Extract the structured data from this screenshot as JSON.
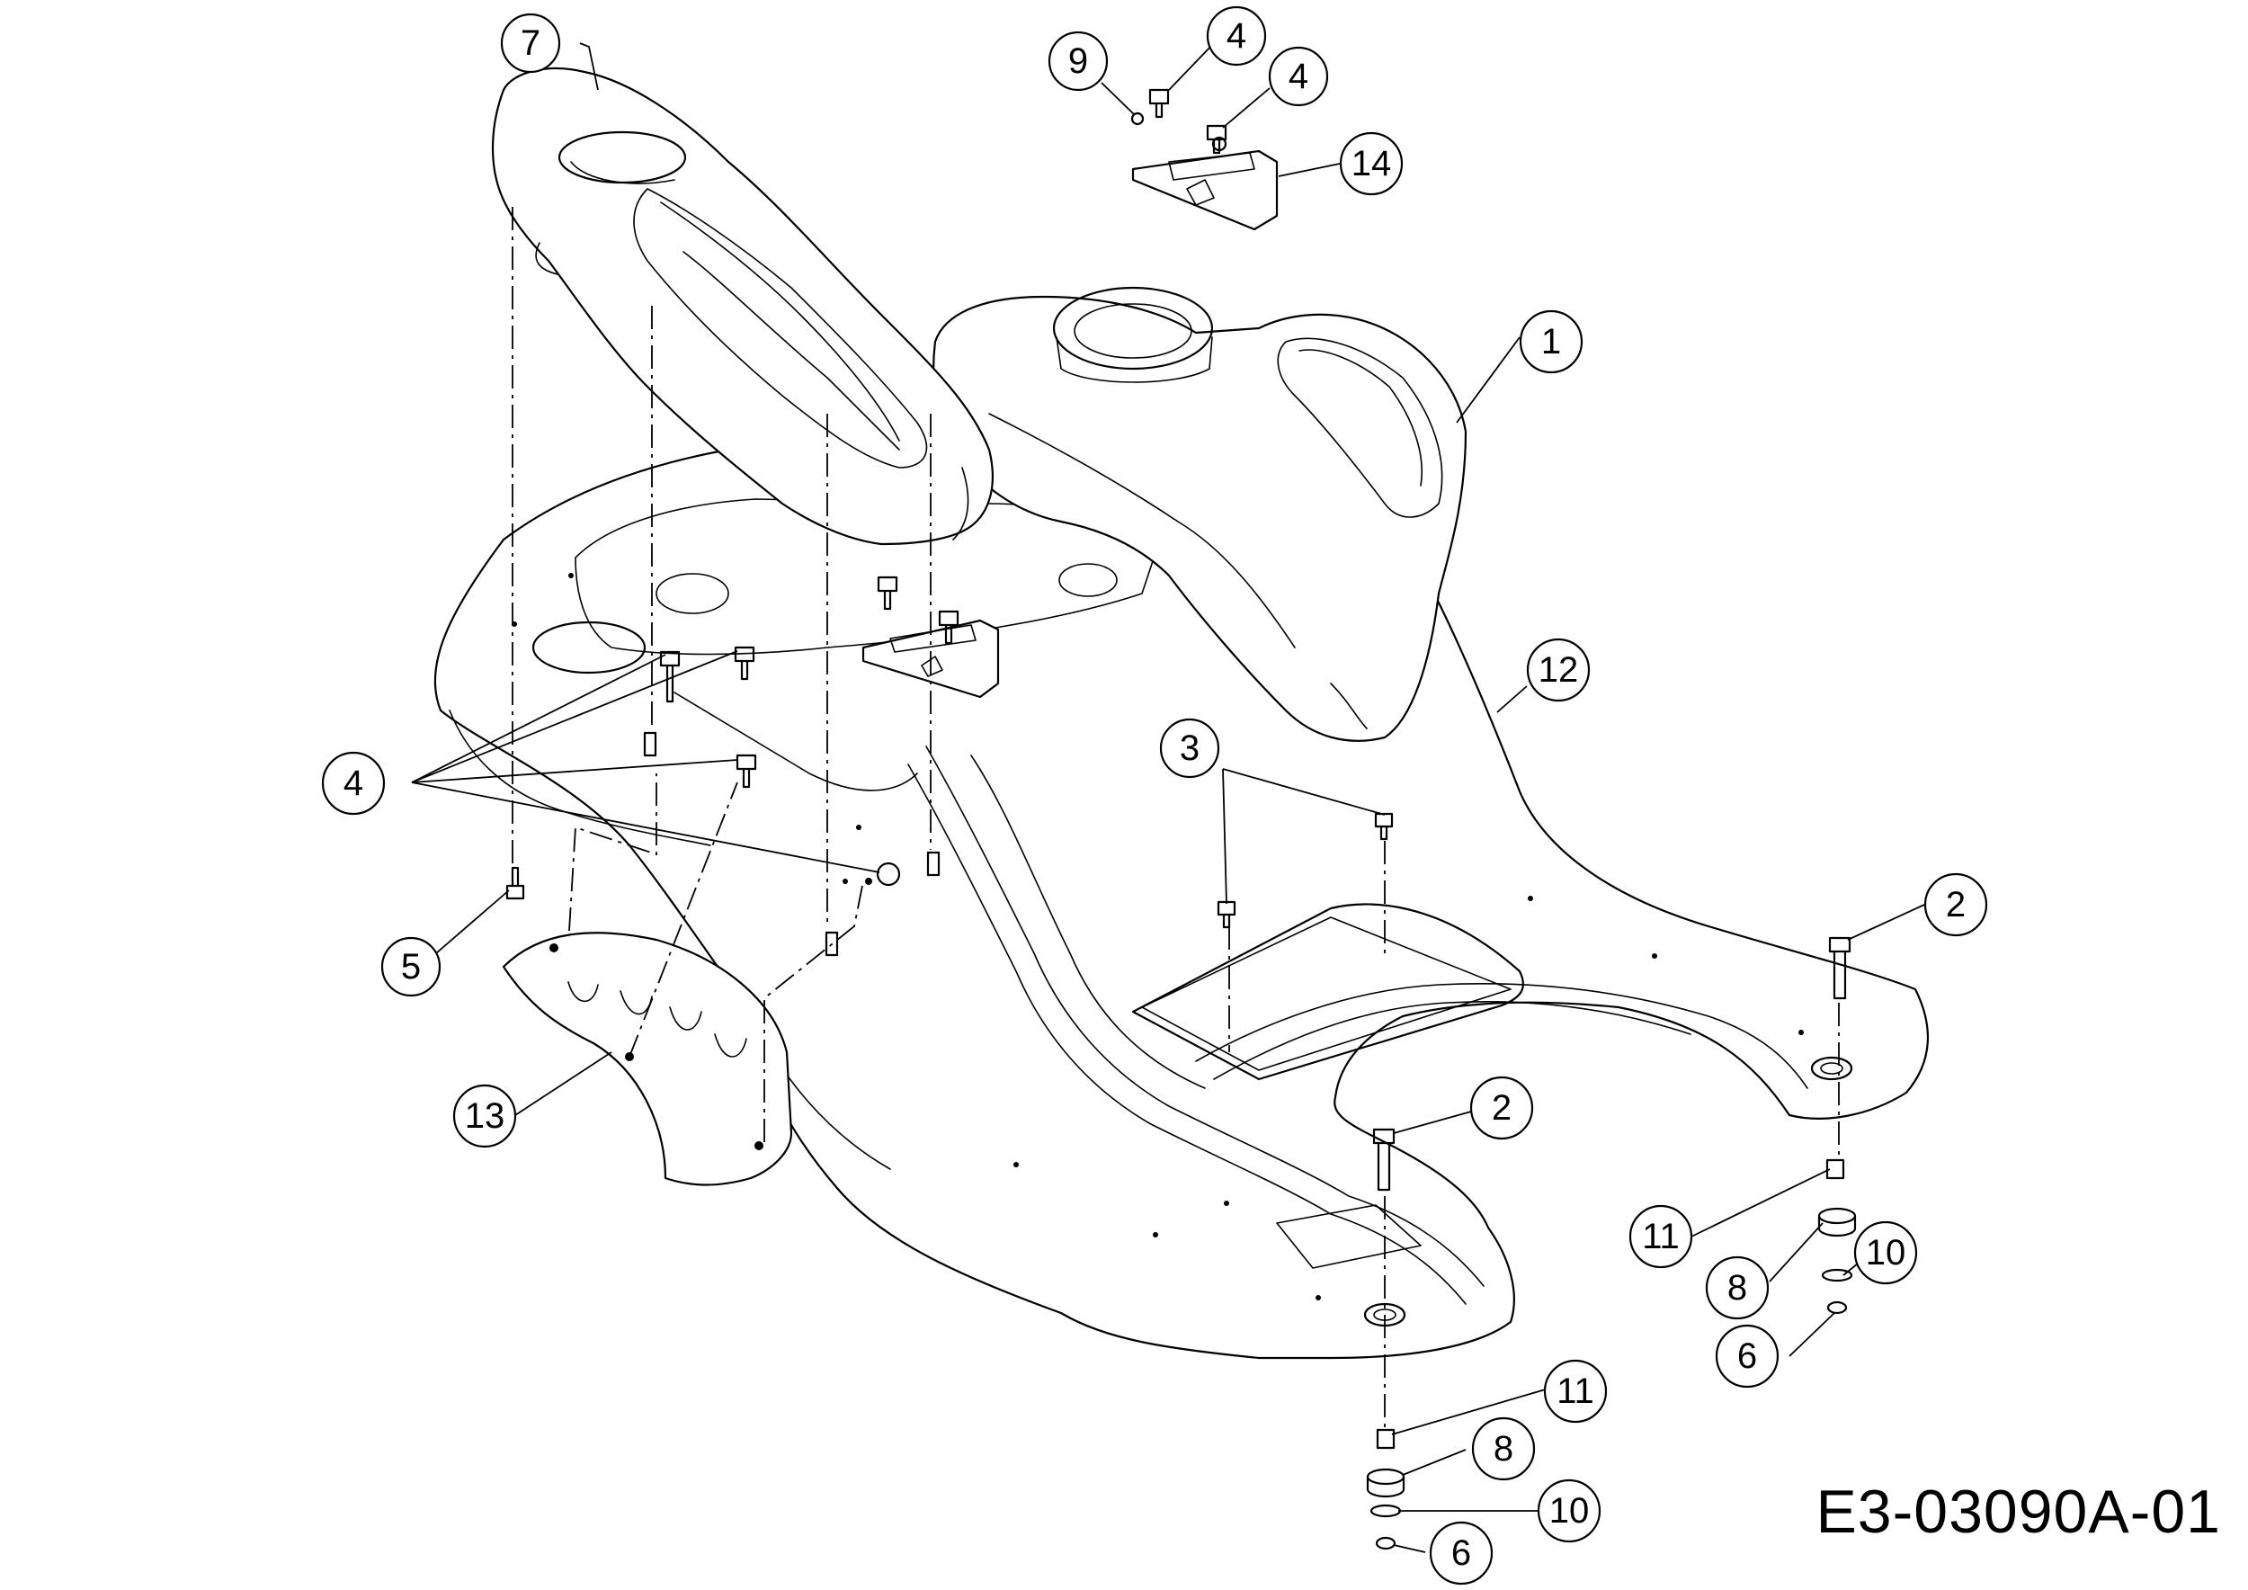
{
  "drawing_code": "E3-03090A-01",
  "callouts": [
    {
      "id": "callout-7",
      "label": "7"
    },
    {
      "id": "callout-9",
      "label": "9"
    },
    {
      "id": "callout-4-top-a",
      "label": "4"
    },
    {
      "id": "callout-4-top-b",
      "label": "4"
    },
    {
      "id": "callout-14",
      "label": "14"
    },
    {
      "id": "callout-1",
      "label": "1"
    },
    {
      "id": "callout-12",
      "label": "12"
    },
    {
      "id": "callout-4-left",
      "label": "4"
    },
    {
      "id": "callout-3",
      "label": "3"
    },
    {
      "id": "callout-5",
      "label": "5"
    },
    {
      "id": "callout-2-right",
      "label": "2"
    },
    {
      "id": "callout-13",
      "label": "13"
    },
    {
      "id": "callout-2-center",
      "label": "2"
    },
    {
      "id": "callout-11-right",
      "label": "11"
    },
    {
      "id": "callout-8-right",
      "label": "8"
    },
    {
      "id": "callout-10-right",
      "label": "10"
    },
    {
      "id": "callout-6-right",
      "label": "6"
    },
    {
      "id": "callout-11-bottom",
      "label": "11"
    },
    {
      "id": "callout-8-bottom",
      "label": "8"
    },
    {
      "id": "callout-10-bottom",
      "label": "10"
    },
    {
      "id": "callout-6-bottom",
      "label": "6"
    }
  ]
}
